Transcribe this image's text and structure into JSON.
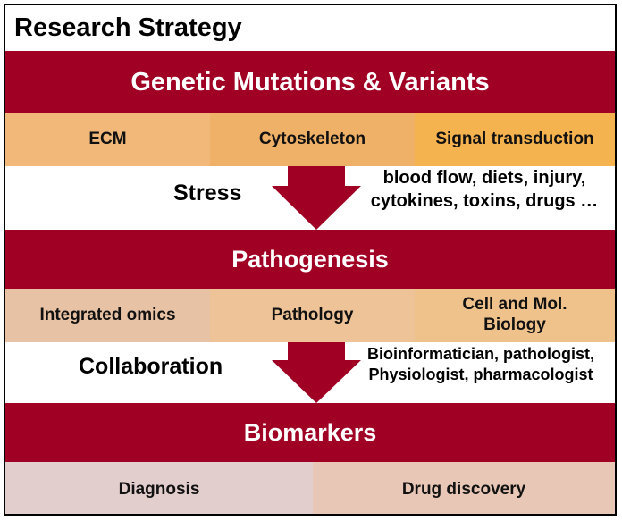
{
  "title": "Research Strategy",
  "sections": [
    {
      "band": "Genetic Mutations & Variants",
      "cells": [
        {
          "label": "ECM",
          "color": "#f1b87a"
        },
        {
          "label": "Cytoskeleton",
          "color": "#efb067"
        },
        {
          "label": "Signal transduction",
          "color": "#f5b350"
        }
      ]
    },
    {
      "band": "Pathogenesis",
      "cells": [
        {
          "label": "Integrated omics",
          "color": "#e8c2a4"
        },
        {
          "label": "Pathology",
          "color": "#edc397"
        },
        {
          "label": "Cell and Mol. Biology",
          "color": "#efc28c"
        }
      ]
    },
    {
      "band": "Biomarkers",
      "cells": [
        {
          "label": "Diagnosis",
          "color": "#e2cfcd"
        },
        {
          "label": "Drug discovery",
          "color": "#e8c7b6"
        }
      ]
    }
  ],
  "transitions": [
    {
      "label": "Stress",
      "note_lines": [
        "blood flow, diets, injury,",
        "cytokines, toxins, drugs …"
      ]
    },
    {
      "label": "Collaboration",
      "note_lines": [
        "Bioinformatician, pathologist,",
        "Physiologist, pharmacologist"
      ]
    }
  ],
  "colors": {
    "band": "#a00024",
    "arrow": "#a00024",
    "border": "#000000"
  }
}
